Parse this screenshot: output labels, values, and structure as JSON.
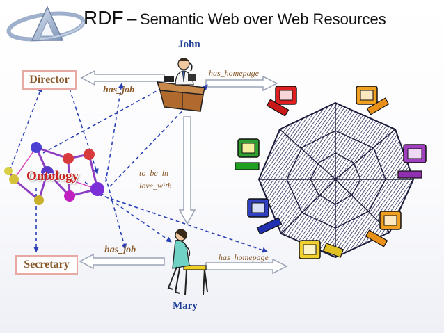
{
  "title": {
    "main": "RDF",
    "dash": "–",
    "subtitle": "Semantic Web over Web Resources"
  },
  "resources": {
    "director": "Director",
    "secretary": "Secretary",
    "ontology": "Ontology",
    "john": "John",
    "mary": "Mary"
  },
  "properties": {
    "john_has_job": "has_job",
    "john_has_homepage": "has_homepage",
    "to_be_in": "to_be_in_",
    "love_with": "love_with",
    "mary_has_job": "has_job",
    "mary_has_homepage": "has_homepage"
  },
  "icons": [
    "logo-icon",
    "molecule-ontology-icon",
    "businessman-phone-icon",
    "woman-chair-icon",
    "web-network-computers-icon"
  ],
  "colors": {
    "box_border": "#e8a8a4",
    "label_brown": "#8a5a2c",
    "name_blue": "#1e3f96",
    "dashed_blue": "#2a3fb5",
    "ontology_red": "#c8251f"
  }
}
